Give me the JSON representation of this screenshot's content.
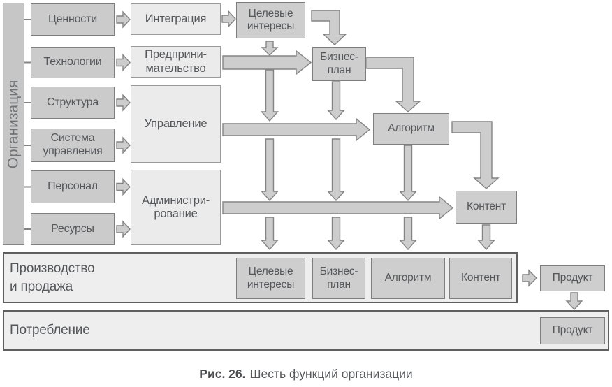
{
  "org": {
    "label": "Организация",
    "inputs": [
      "Ценности",
      "Технологии",
      "Структура",
      "Система\nуправления",
      "Персонал",
      "Ресурсы"
    ]
  },
  "functions": {
    "integration": "Интеграция",
    "entrepreneurship": "Предприни-\nмательство",
    "management": "Управление",
    "administration": "Администри-\nрование"
  },
  "outputs": {
    "target_interests": "Целевые\nинтересы",
    "business_plan": "Бизнес-\nплан",
    "algorithm": "Алгоритм",
    "content": "Контент"
  },
  "production_band": {
    "label": "Производство\nи продажа",
    "items": [
      "Целевые\nинтересы",
      "Бизнес-\nплан",
      "Алгоритм",
      "Контент"
    ],
    "product": "Продукт"
  },
  "consumption_band": {
    "label": "Потребление",
    "product": "Продукт"
  },
  "caption": {
    "number": "Рис. 26.",
    "title": "Шесть функций организации"
  },
  "colors": {
    "box_dark_fill": "#cbcbcb",
    "box_light_fill": "#ebebeb",
    "box_border_dark": "#7e7e7e",
    "box_border_light": "#9a9a9a",
    "band_fill": "#eeeeee",
    "band_border": "#5f5f5f",
    "arrow_fill": "#cdcdcd",
    "arrow_stroke": "#848484",
    "text": "#55575a"
  }
}
